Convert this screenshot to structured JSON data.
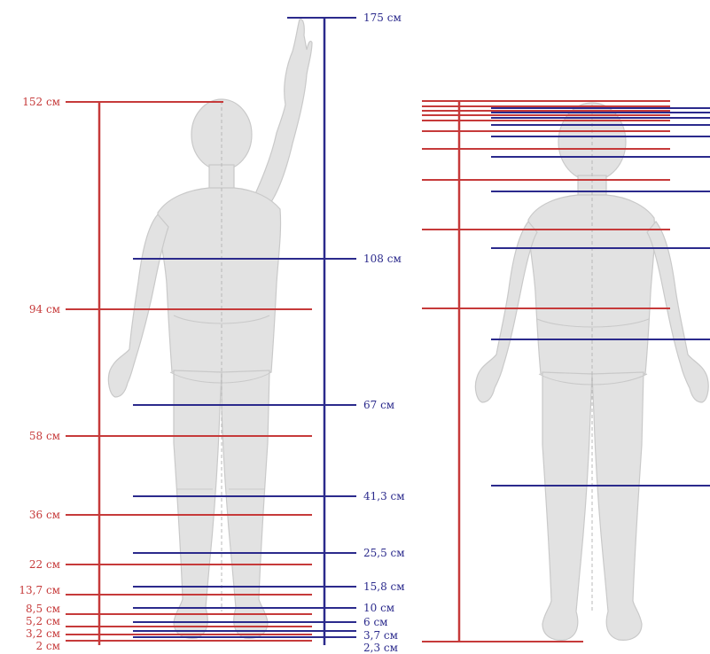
{
  "colors": {
    "red": "#c63a3a",
    "blue": "#2b2a8c",
    "figure": "#e2e2e2"
  },
  "left_figure": {
    "red_labels": [
      "152 см",
      "94 см",
      "58 см",
      "36 см",
      "22 см",
      "13,7 см",
      "8,5 см",
      "5,2 см",
      "3,2 см",
      "2 см"
    ],
    "blue_labels": [
      "175 см",
      "108 см",
      "67 см",
      "41,3 см",
      "25,5 см",
      "15,8 см",
      "10 см",
      "6 см",
      "3,7 см",
      "2,3 см"
    ]
  }
}
